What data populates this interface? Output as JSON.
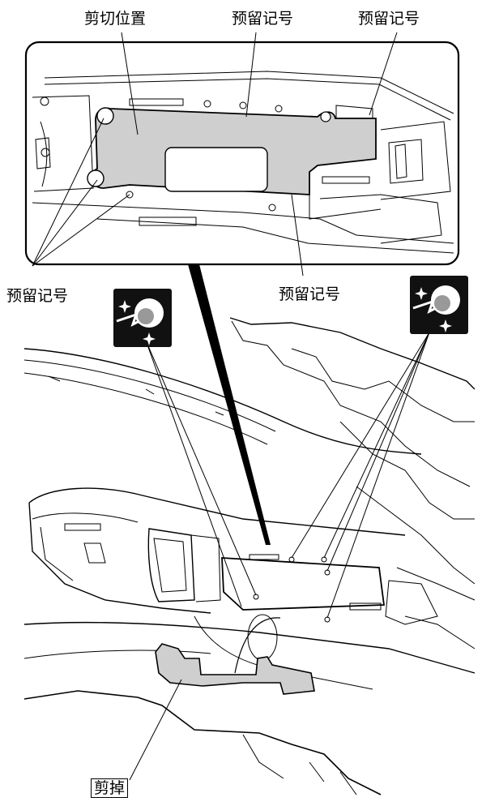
{
  "labels": {
    "cut_position": "剪切位置",
    "mark_top_center": "预留记号",
    "mark_top_right": "预留记号",
    "mark_left": "预留记号",
    "mark_center": "预留记号",
    "cut_off": "剪掉"
  },
  "colors": {
    "line": "#000000",
    "fill_gray": "#cfcfcf",
    "symbol_bg": "#111111",
    "background": "#ffffff"
  },
  "symbols": [
    "marker-symbol-icon",
    "marker-symbol-icon"
  ]
}
